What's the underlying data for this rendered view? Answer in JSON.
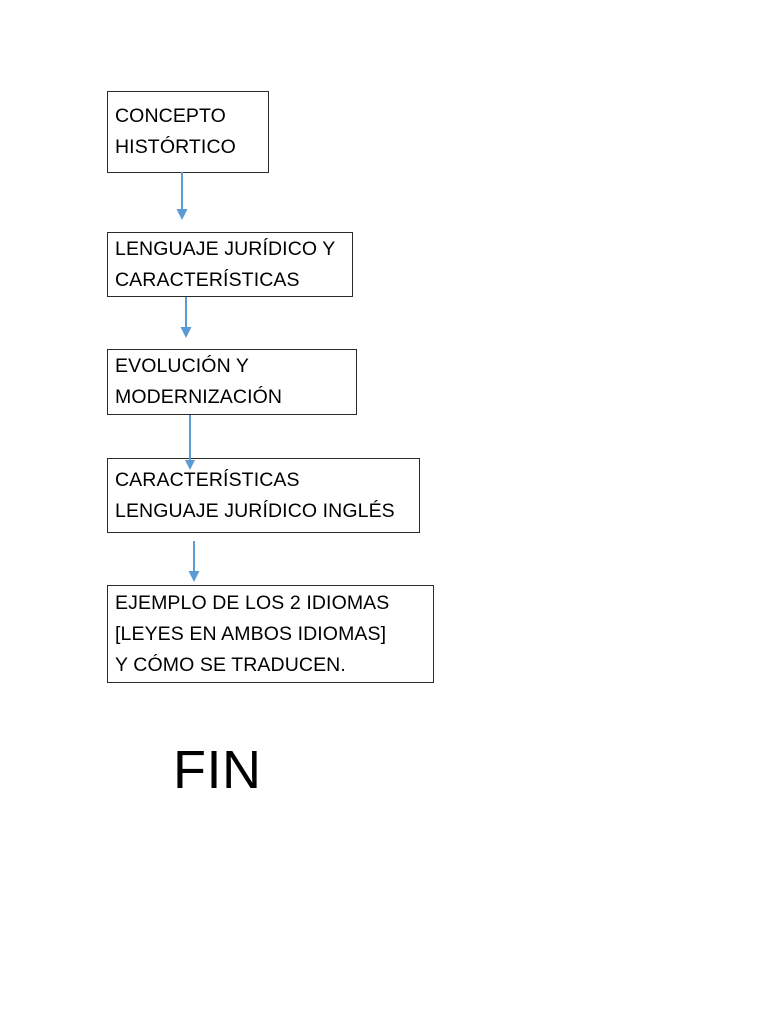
{
  "page": {
    "background_color": "#ffffff",
    "arrow_color": "#5b9bd5",
    "box_border_color": "#2b2b2b",
    "text_color": "#000000"
  },
  "diagram": {
    "type": "flowchart",
    "orientation": "top-to-bottom",
    "nodes": [
      {
        "id": "node-1",
        "lines": [
          "CONCEPTO",
          "HISTÓRTICO"
        ]
      },
      {
        "id": "node-2",
        "lines": [
          "LENGUAJE JURÍDICO Y",
          "CARACTERÍSTICAS"
        ]
      },
      {
        "id": "node-3",
        "lines": [
          "EVOLUCIÓN Y",
          "MODERNIZACIÓN"
        ]
      },
      {
        "id": "node-4",
        "lines": [
          "CARACTERÍSTICAS",
          "LENGUAJE JURÍDICO INGLÉS"
        ]
      },
      {
        "id": "node-5",
        "lines": [
          "EJEMPLO DE LOS 2 IDIOMAS",
          "[LEYES EN AMBOS IDIOMAS]",
          "Y CÓMO SE TRADUCEN."
        ]
      }
    ],
    "connectors": [
      {
        "id": "arrow-1",
        "from": "node-1",
        "to": "node-2"
      },
      {
        "id": "arrow-2",
        "from": "node-2",
        "to": "node-3"
      },
      {
        "id": "arrow-3",
        "from": "node-3",
        "to": "node-4"
      },
      {
        "id": "arrow-4",
        "from": "node-4",
        "to": "node-5"
      }
    ],
    "end_label": "FIN"
  }
}
